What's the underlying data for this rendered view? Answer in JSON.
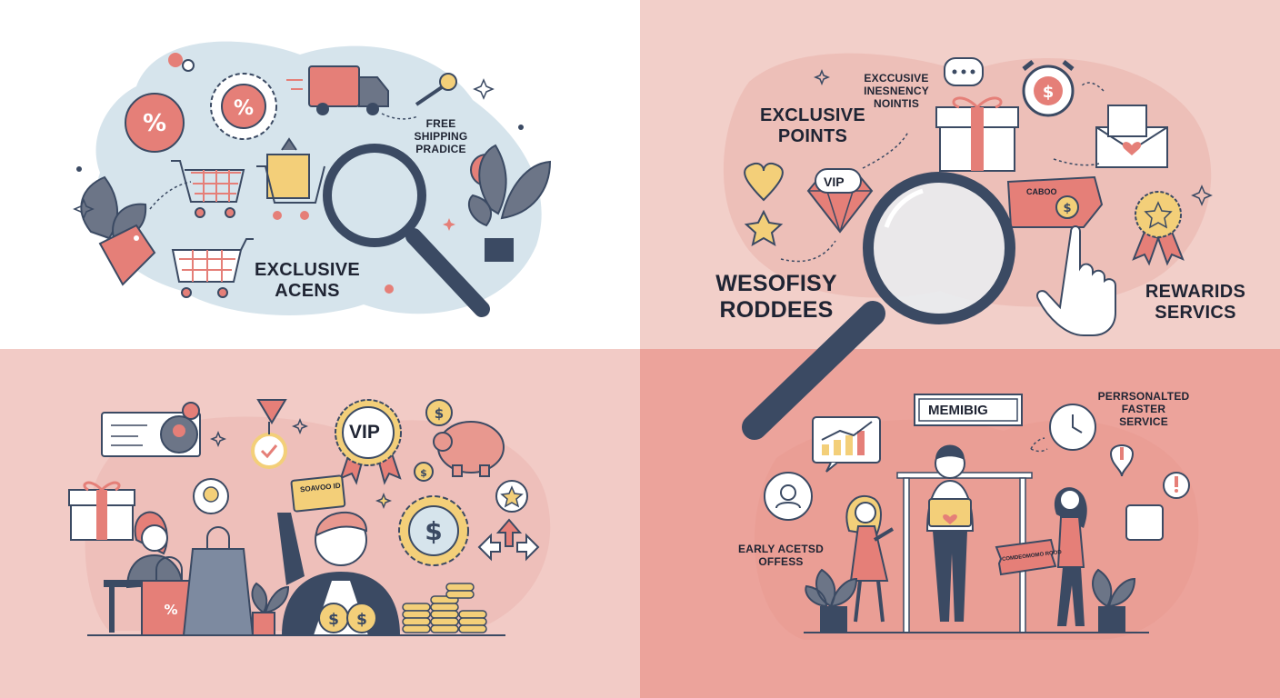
{
  "q1": {
    "label_exclusive": "EXCLUSIVE",
    "label_acens": "ACENS",
    "label_free": "FREE",
    "label_shipping": "SHIPPING",
    "label_pradice": "PRADICE"
  },
  "q2": {
    "label_exclusive": "EXCLUSIVE",
    "label_points": "POINTS",
    "label_exc_small": "EXCCUSIVE",
    "label_ins_small": "INESNENCY",
    "label_noi_small": "NOINTIS",
    "vip": "VIP",
    "label_wesofisy": "WESOFISY",
    "label_roddees": "RODDEES",
    "label_rewarids": "REWARIDS",
    "label_services": "SERVICS",
    "card_text": "CABOO"
  },
  "q3": {
    "vip": "VIP",
    "card_text": "SOAVOO ID"
  },
  "q4": {
    "sign": "MEMIBIG",
    "label_personalted": "PERRSONALTED",
    "label_faster": "FASTER",
    "label_service": "SERVICE",
    "label_early": "EARLY ACETSD",
    "label_offess": "OFFESS",
    "coupon_text": "COMDEOMOMO ROOD"
  },
  "colors": {
    "navy": "#3b4a63",
    "coral": "#e57f78",
    "pink": "#f2cfc9",
    "gold": "#f3cf79",
    "lightblue": "#d6e4ec"
  },
  "icons": [
    "percent-badge-icon",
    "delivery-truck-icon",
    "key-icon",
    "shopping-cart-icon",
    "magnifier-icon",
    "plant-icon",
    "price-tag-icon",
    "gift-box-icon",
    "alarm-clock-icon",
    "envelope-heart-icon",
    "diamond-vip-icon",
    "heart-icon",
    "star-icon",
    "coupon-icon",
    "hand-pointer-icon",
    "ribbon-award-icon",
    "piggy-bank-icon",
    "coin-icon",
    "shopping-bag-icon",
    "chart-growth-icon",
    "clock-icon",
    "speech-bubble-icon"
  ]
}
